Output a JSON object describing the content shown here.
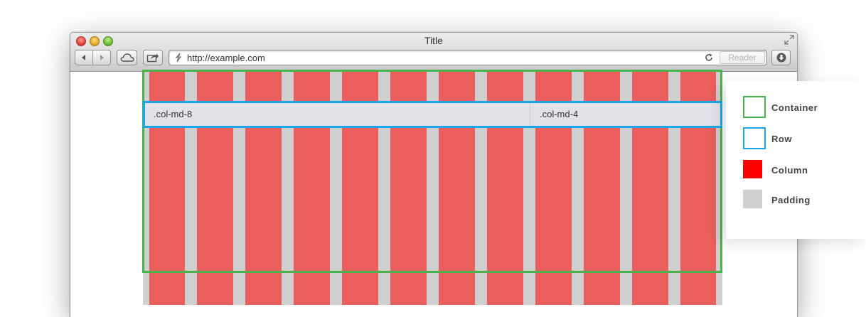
{
  "window": {
    "title": "Title"
  },
  "toolbar": {
    "url": "http://example.com",
    "reader_label": "Reader",
    "icons": [
      "back-icon",
      "forward-icon",
      "icloud-icon",
      "share-icon",
      "link-icon",
      "reload-icon",
      "downloads-icon",
      "fullscreen-icon"
    ]
  },
  "grid": {
    "columns": 12,
    "row": {
      "cells": [
        {
          "label": ".col-md-8",
          "span": 8
        },
        {
          "label": ".col-md-4",
          "span": 4
        }
      ]
    }
  },
  "legend": {
    "items": [
      {
        "label": "Container",
        "color": "#4ab24e",
        "style": "outline"
      },
      {
        "label": "Row",
        "color": "#1aa6e6",
        "style": "outline"
      },
      {
        "label": "Column",
        "color": "#ff0000",
        "style": "fill"
      },
      {
        "label": "Padding",
        "color": "#cfcfcf",
        "style": "fill"
      }
    ]
  },
  "colors": {
    "column": "#ea5e5d",
    "padding": "#cfcfcf",
    "container": "#4ab24e",
    "row": "#1aa6e6"
  }
}
